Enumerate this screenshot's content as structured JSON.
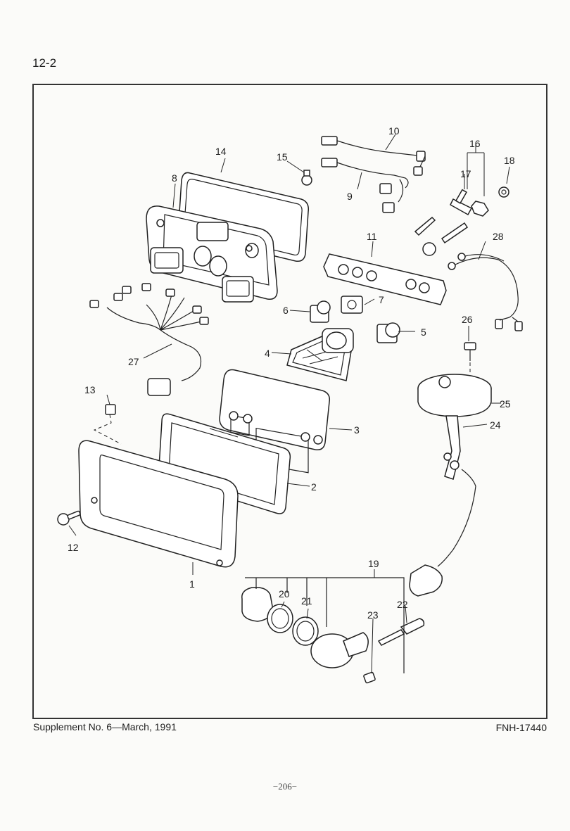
{
  "header": {
    "section": "12-2"
  },
  "diagram": {
    "callouts": {
      "c1": "1",
      "c2": "2",
      "c3": "3",
      "c4": "4",
      "c5": "5",
      "c6": "6",
      "c7": "7",
      "c8": "8",
      "c9": "9",
      "c10": "10",
      "c11": "11",
      "c12": "12",
      "c13": "13",
      "c14": "14",
      "c15": "15",
      "c16": "16",
      "c17": "17",
      "c18": "18",
      "c19": "19",
      "c20": "20",
      "c21": "21",
      "c22": "22",
      "c23": "23",
      "c24": "24",
      "c25": "25",
      "c26": "26",
      "c27": "27",
      "c28": "28"
    }
  },
  "footer": {
    "supplement": "Supplement No. 6—March, 1991",
    "doc_number": "FNH-17440",
    "page": "−206−"
  }
}
